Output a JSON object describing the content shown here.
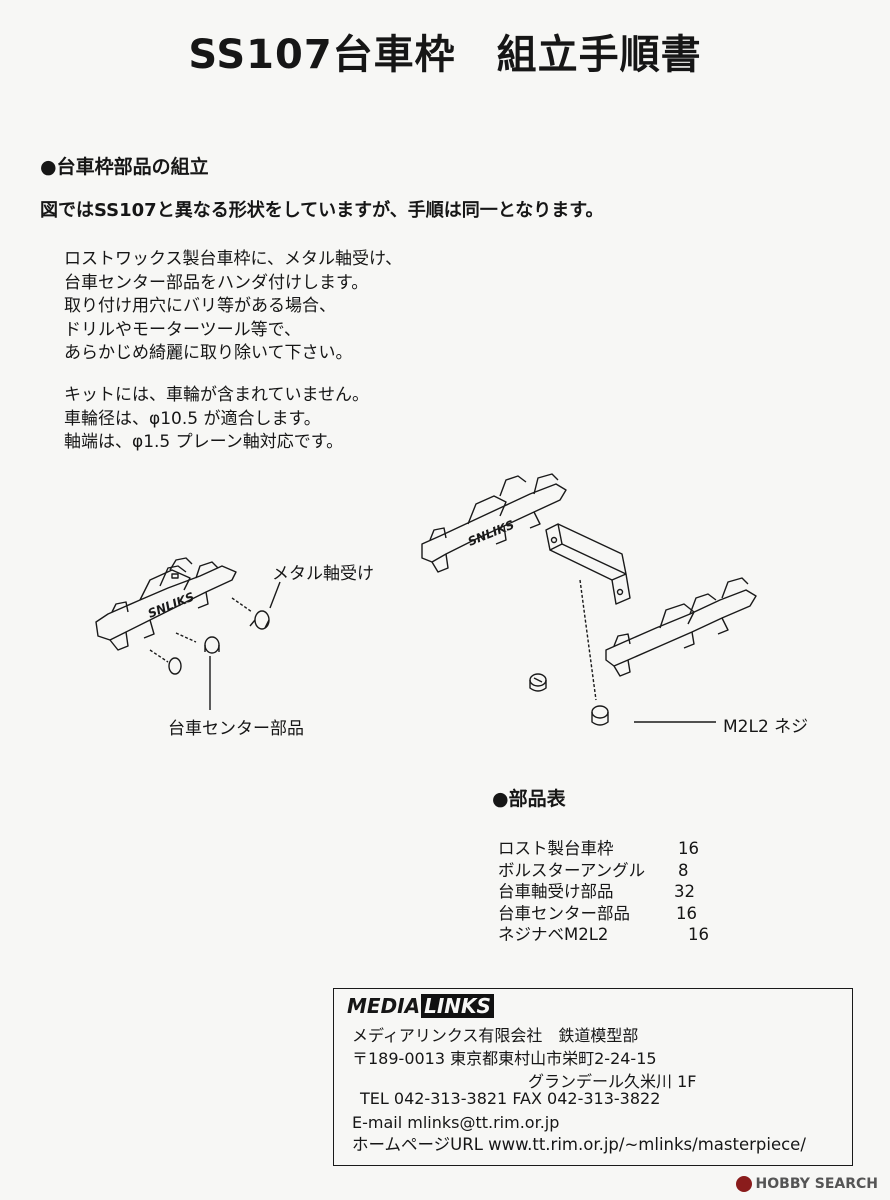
{
  "title": "SS107台車枠　組立手順書",
  "section1": {
    "heading": "●台車枠部品の組立",
    "note": "図ではSS107と異なる形状をしていますが、手順は同一となります。",
    "para1": [
      "ロストワックス製台車枠に、メタル軸受け、",
      "台車センター部品をハンダ付けします。",
      "取り付け用穴にバリ等がある場合、",
      "ドリルやモーターツール等で、",
      "あらかじめ綺麗に取り除いて下さい。"
    ],
    "para2": [
      "キットには、車輪が含まれていません。",
      "車輪径は、φ10.5 が適合します。",
      "軸端は、φ1.5  プレーン軸対応です。"
    ]
  },
  "diagram": {
    "label_metal_bearing": "メタル軸受け",
    "label_center_part": "台車センター部品",
    "label_screw": "M2L2 ネジ",
    "frame_logo_text": "SNLIKS"
  },
  "parts_table": {
    "heading": "●部品表",
    "rows": [
      {
        "name": "ロスト製台車枠",
        "qty": "16"
      },
      {
        "name": "ボルスターアングル",
        "qty": "8"
      },
      {
        "name": "台車軸受け部品",
        "qty": "32"
      },
      {
        "name": "台車センター部品",
        "qty": "16"
      },
      {
        "name": "ネジナベM2L2",
        "qty": "16"
      }
    ]
  },
  "company": {
    "logo_part1": "MEDIA",
    "logo_part2": "LINKS",
    "name": "メディアリンクス有限会社　鉄道模型部",
    "address1": "〒189-0013 東京都東村山市栄町2-24-15",
    "address2": "グランデール久米川  1F",
    "tel_fax": "TEL 042-313-3821 FAX 042-313-3822",
    "email": "E-mail mlinks@tt.rim.or.jp",
    "homepage": "ホームページURL  www.tt.rim.or.jp/~mlinks/masterpiece/"
  },
  "watermark": "HOBBY SEARCH"
}
